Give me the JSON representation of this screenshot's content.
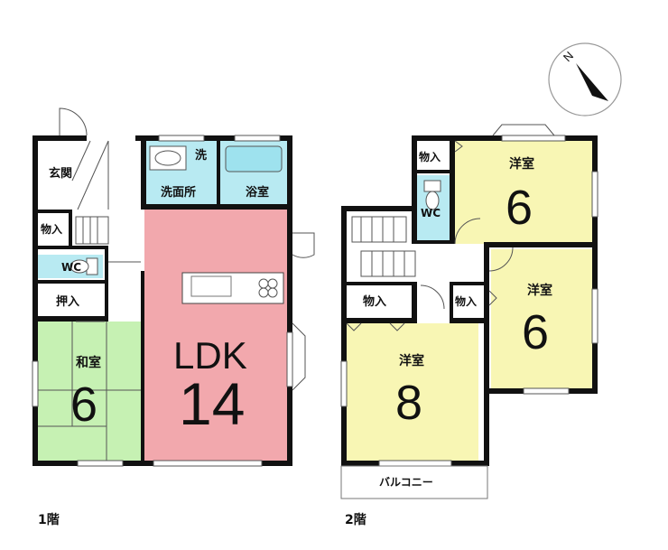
{
  "colors": {
    "ldk": "#f2a8ad",
    "washitsu": "#c6f1b3",
    "yoshitsu": "#f8f6b4",
    "water": "#b8eaf2",
    "floor": "#ffffff",
    "wall": "#111111"
  },
  "compass": {
    "north_label": "N"
  },
  "floor1": {
    "label": "1階",
    "rooms": {
      "genkan": "玄関",
      "mono": "物入",
      "wc": "WC",
      "oshiire": "押入",
      "washitsu_name": "和室",
      "washitsu_size": "6",
      "sen": "洗",
      "senmenjo": "洗面所",
      "yokushitsu": "浴室",
      "ldk_name": "LDK",
      "ldk_size": "14"
    }
  },
  "floor2": {
    "label": "2階",
    "rooms": {
      "mono_top": "物入",
      "wc": "WC",
      "yoshitsu_ne_name": "洋室",
      "yoshitsu_ne_size": "6",
      "mono_left": "物入",
      "mono_mid": "物入",
      "yoshitsu_e_name": "洋室",
      "yoshitsu_e_size": "6",
      "yoshitsu_sw_name": "洋室",
      "yoshitsu_sw_size": "8",
      "balcony": "バルコニー"
    }
  }
}
